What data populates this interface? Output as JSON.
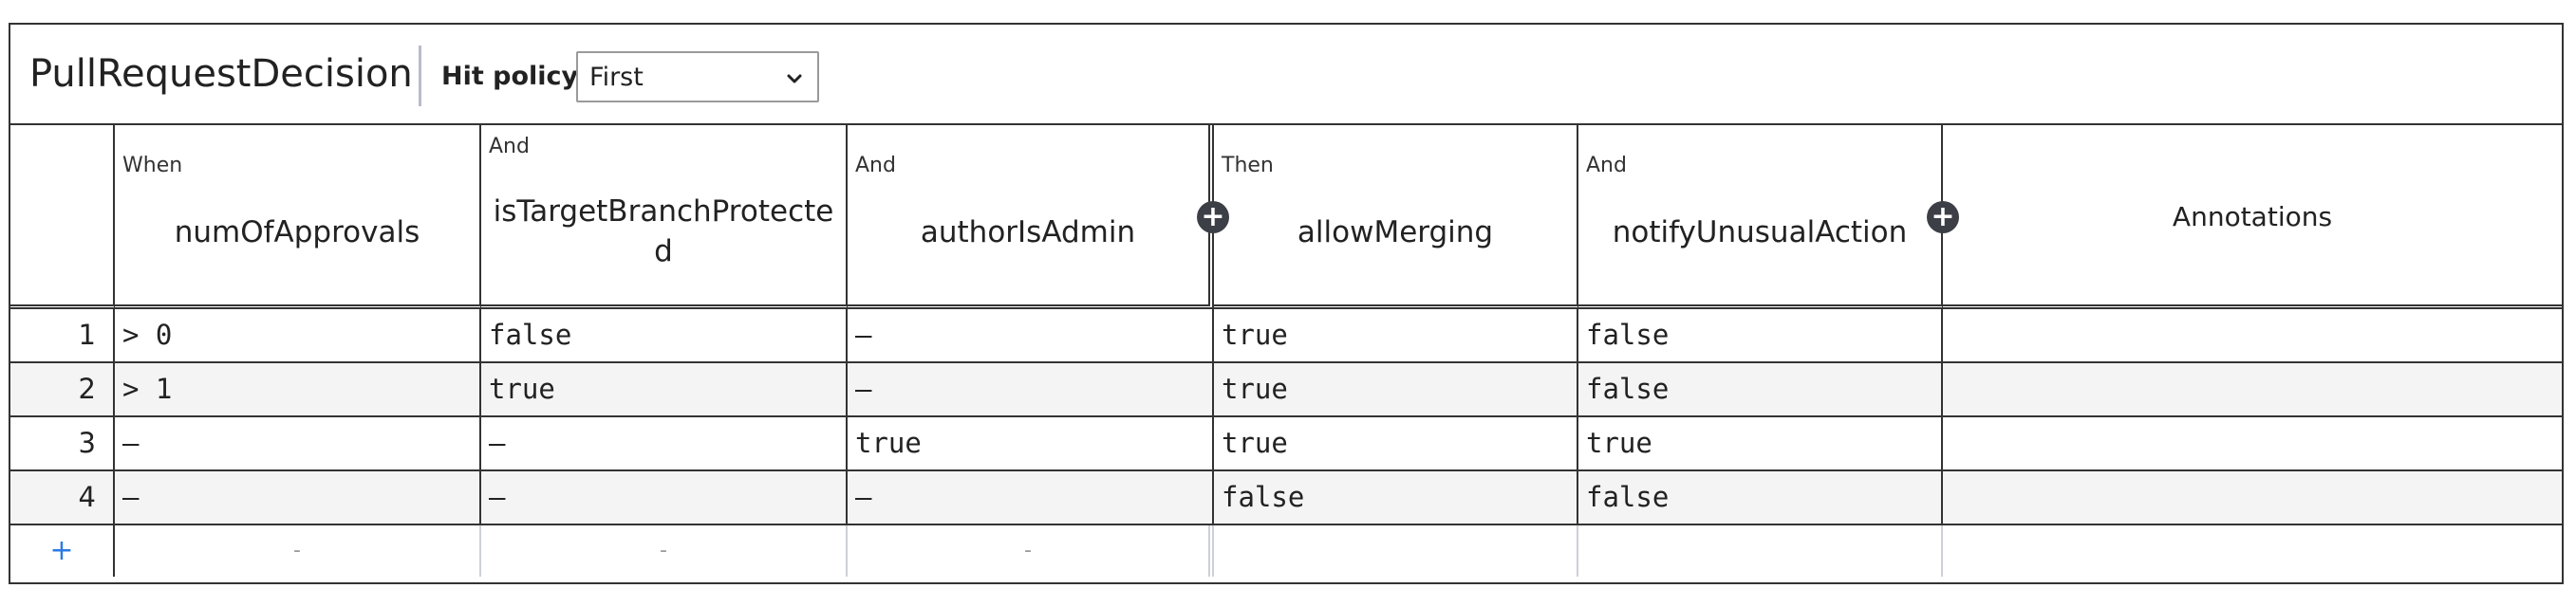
{
  "table": {
    "name": "PullRequestDecision",
    "hit_policy_label": "Hit policy:",
    "hit_policy_value": "First"
  },
  "columns": [
    {
      "type": "When",
      "title": "numOfApprovals"
    },
    {
      "type": "And",
      "title": "isTargetBranchProtected"
    },
    {
      "type": "And",
      "title": "authorIsAdmin"
    },
    {
      "type": "Then",
      "title": "allowMerging"
    },
    {
      "type": "And",
      "title": "notifyUnusualAction"
    },
    {
      "type": "",
      "title": "Annotations"
    }
  ],
  "add_column_label": "+",
  "rows": [
    {
      "index": "1",
      "cells": [
        "> 0",
        "false",
        "–",
        "true",
        "false",
        ""
      ]
    },
    {
      "index": "2",
      "cells": [
        "> 1",
        "true",
        "–",
        "true",
        "false",
        ""
      ]
    },
    {
      "index": "3",
      "cells": [
        "–",
        "–",
        "true",
        "true",
        "true",
        ""
      ]
    },
    {
      "index": "4",
      "cells": [
        "–",
        "–",
        "–",
        "false",
        "false",
        ""
      ]
    }
  ],
  "add_row": {
    "plus": "+",
    "placeholders": [
      "-",
      "-",
      "-"
    ]
  },
  "icons": {
    "dropdown": "chevron-down-icon",
    "add": "plus-icon"
  },
  "colors": {
    "border": "#333333",
    "alt_row": "#f4f4f4",
    "add_button": "#3c3f46",
    "add_row_plus": "#2c7be5"
  }
}
